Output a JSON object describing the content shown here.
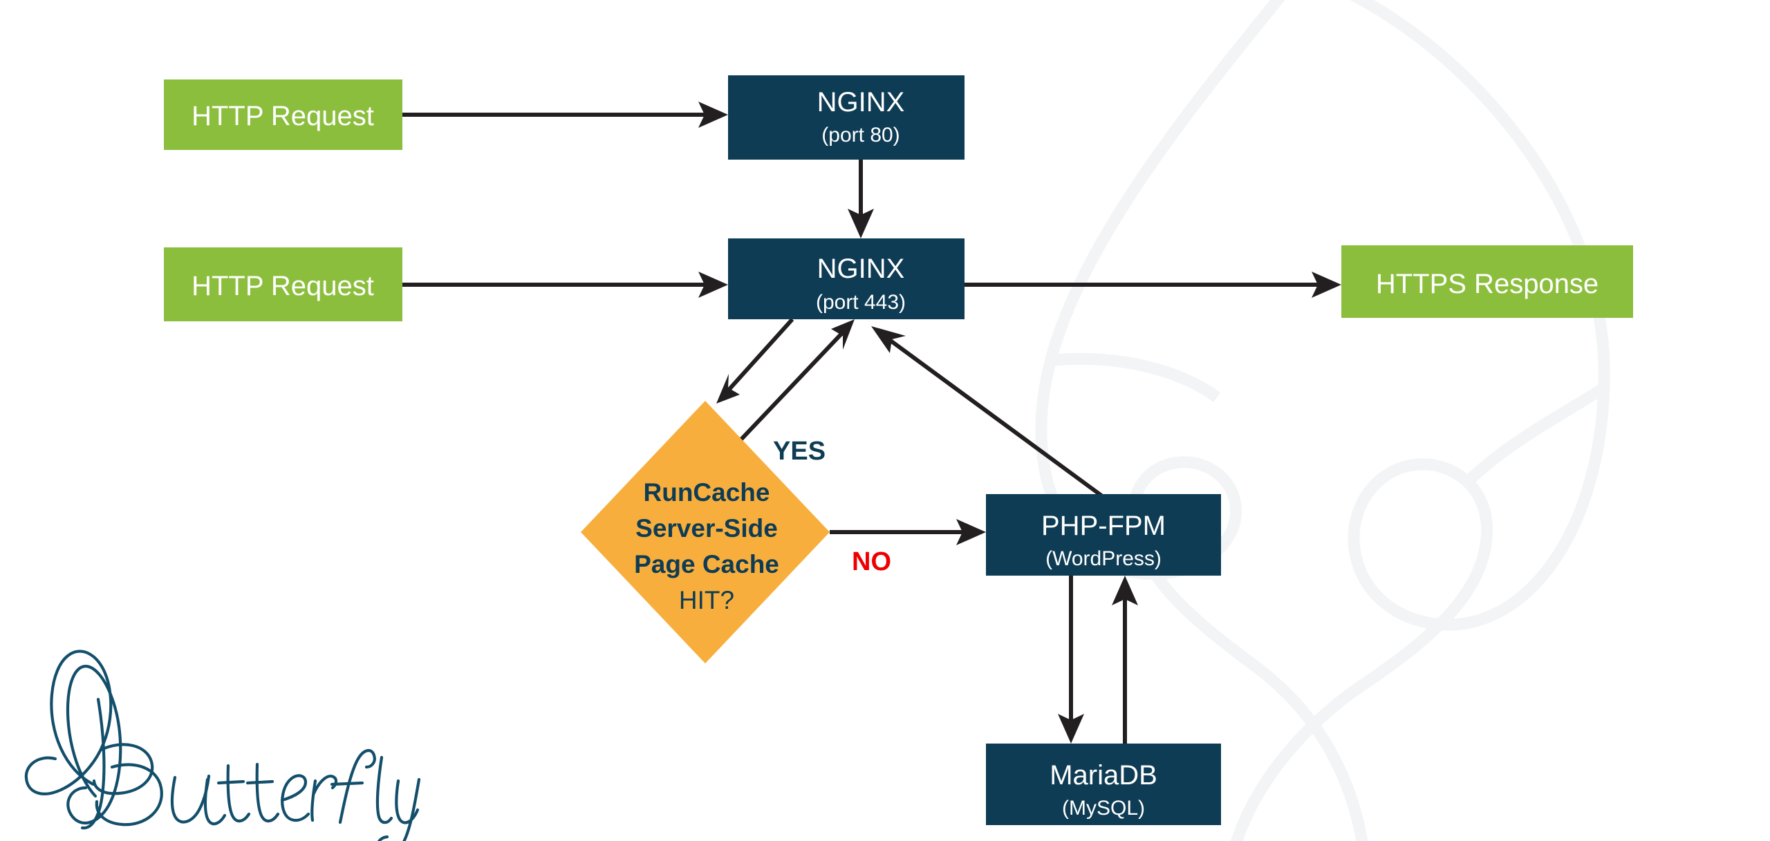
{
  "page": {
    "title": "WordPress Hosting Request Flow Diagram",
    "background_color": "#ffffff"
  },
  "colors": {
    "green": "#8CBE3E",
    "dark_blue": "#0E3C54",
    "orange": "#F8AE3C",
    "arrow": "#231F20",
    "yes_label": "#0E3C54",
    "no_label": "#EE0000",
    "watermark": "#F2F4F6",
    "logo": "#134F6B"
  },
  "nodes": {
    "http_request_top": {
      "label": "HTTP Request",
      "shape": "rect",
      "color": "#8CBE3E"
    },
    "http_request_bottom": {
      "label": "HTTP Request",
      "shape": "rect",
      "color": "#8CBE3E"
    },
    "nginx_80": {
      "label": "NGINX",
      "sublabel": "(port 80)",
      "shape": "rect",
      "color": "#0E3C54"
    },
    "nginx_443": {
      "label": "NGINX",
      "sublabel": "(port 443)",
      "shape": "rect",
      "color": "#0E3C54"
    },
    "https_response": {
      "label": "HTTPS Response",
      "shape": "rect",
      "color": "#8CBE3E"
    },
    "runcache": {
      "lines": [
        "RunCache",
        "Server-Side",
        "Page Cache",
        "HIT?"
      ],
      "shape": "diamond",
      "color": "#F8AE3C"
    },
    "php_fpm": {
      "label": "PHP-FPM",
      "sublabel": "(WordPress)",
      "shape": "rect",
      "color": "#0E3C54"
    },
    "mariadb": {
      "label": "MariaDB",
      "sublabel": "(MySQL)",
      "shape": "rect",
      "color": "#0E3C54"
    }
  },
  "edge_labels": {
    "yes": "YES",
    "no": "NO"
  },
  "logo": {
    "wordmark": "Butterfly",
    "icon": "butterfly-icon"
  }
}
